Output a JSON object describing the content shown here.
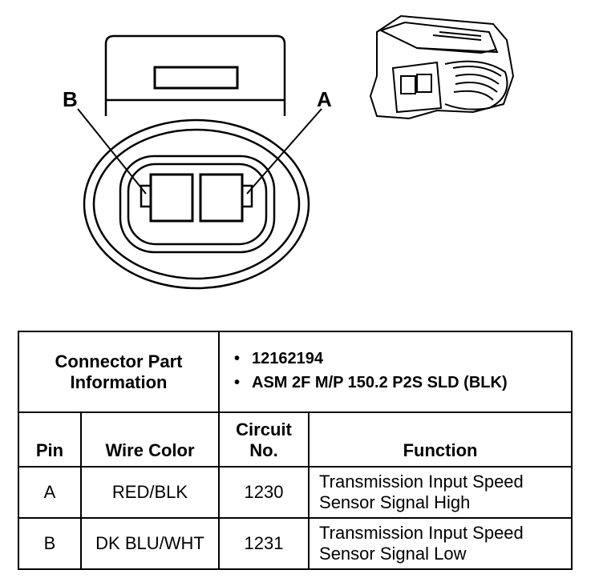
{
  "connector": {
    "pin_a_label": "A",
    "pin_b_label": "B"
  },
  "part_info": {
    "header": "Connector Part Information",
    "items": [
      "12162194",
      "ASM 2F M/P 150.2 P2S SLD (BLK)"
    ]
  },
  "table": {
    "headers": {
      "pin": "Pin",
      "wire_color": "Wire Color",
      "circuit": "Circuit No.",
      "function": "Function"
    },
    "rows": [
      {
        "pin": "A",
        "wire_color": "RED/BLK",
        "circuit": "1230",
        "function": "Transmission Input Speed Sensor Signal High"
      },
      {
        "pin": "B",
        "wire_color": "DK BLU/WHT",
        "circuit": "1231",
        "function": "Transmission Input Speed Sensor Signal Low"
      }
    ]
  }
}
